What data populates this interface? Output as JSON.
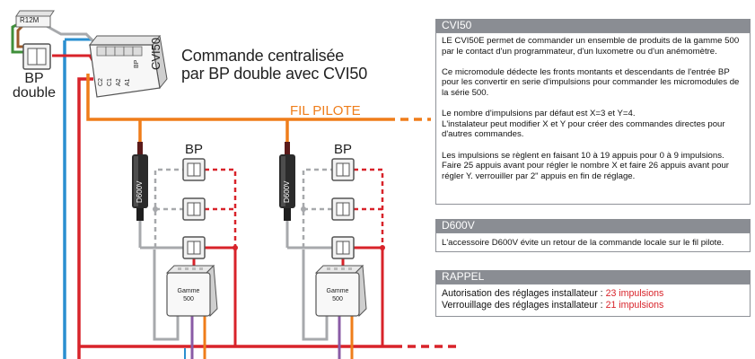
{
  "colors": {
    "orange": "#ef7d1a",
    "red": "#d8232a",
    "blue": "#2a8fd0",
    "grey": "#a7a9ac",
    "green": "#3f8f3a",
    "purple": "#8a5ba6",
    "panel_header": "#8a8d93"
  },
  "diagram": {
    "r12m_label": "R12M",
    "bp_double_label": "BP\ndouble",
    "title": "Commande centralisée\npar BP double avec CVI50",
    "cvi50_device_label": "CVI50",
    "cvi50_terminal_labels": [
      "C2",
      "C1",
      "A2",
      "A1",
      "BP"
    ],
    "fil_pilote_label": "FIL PILOTE",
    "bp_label_left": "BP",
    "bp_label_right": "BP",
    "d600v_label_left": "D600V",
    "d600v_label_right": "D600V",
    "module_label_left": "Gamme\n500",
    "module_label_right": "Gamme\n500"
  },
  "panels": {
    "cvi50": {
      "title": "CVI50",
      "paragraphs": [
        "LE CVI50E permet de commander un ensemble de produits de la gamme 500 par le contact d'un programmateur, d'un luxometre ou d'un anémomètre.",
        "Ce micromodule dédecte les fronts montants et descendants de l'entrée BP pour les convertir en serie d'impulsions pour commander les micromodules de la série 500.",
        "Le nombre d'impulsions par défaut est X=3 et Y=4.\nL'instalateur peut modifier X et Y pour créer des commandes directes pour d'autres commandes.",
        "Les impulsions se règlent en faisant 10 à 19 appuis pour 0 à 9 impulsions. Faire 25 appuis avant pour régler le nombre X et faire 26 appuis avant pour régler Y. verrouiller par 2\" appuis en fin de réglage."
      ]
    },
    "d600v": {
      "title": "D600V",
      "text": "L'accessoire D600V évite un retour de la commande locale sur le fil pilote."
    },
    "rappel": {
      "title": "RAPPEL",
      "line1_label": "Autorisation des réglages installateur : ",
      "line1_value": "23 impulsions",
      "line2_label": "Verrouillage des réglages installateur : ",
      "line2_value": "21 impulsions"
    }
  }
}
